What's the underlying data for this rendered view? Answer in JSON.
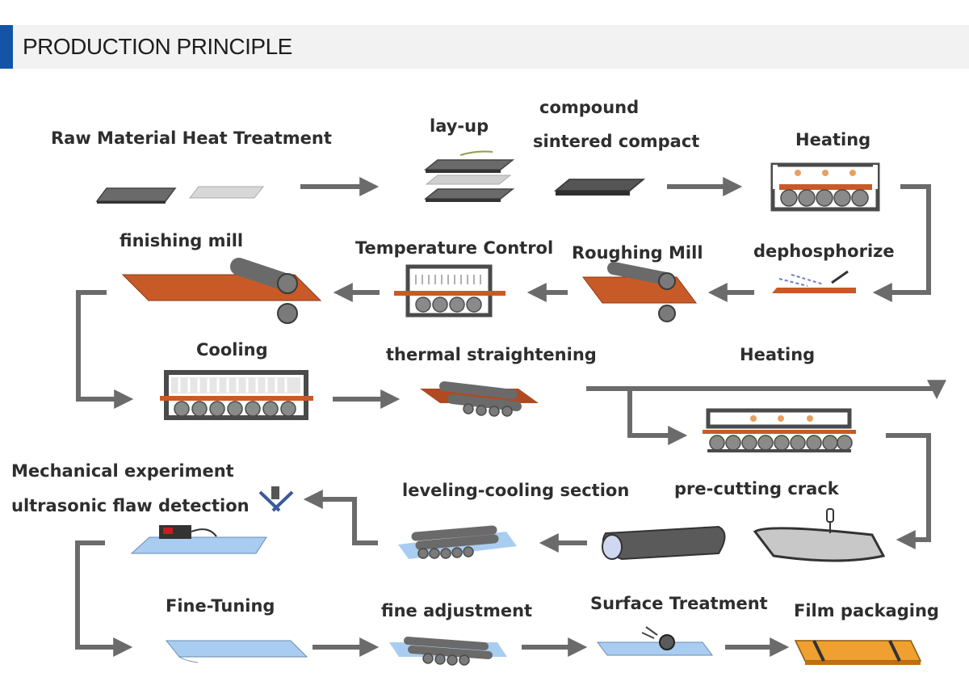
{
  "header": {
    "title": "PRODUCTION PRINCIPLE",
    "accent_color": "#1454a6"
  },
  "steps": {
    "raw_material": "Raw Material Heat Treatment",
    "layup": "lay-up",
    "compound": "compound",
    "sintered": "sintered compact",
    "heating1": "Heating",
    "dephosphorize": "dephosphorize",
    "roughing": "Roughing Mill",
    "temp_control": "Temperature Control",
    "finishing": "finishing mill",
    "cooling": "Cooling",
    "thermal": "thermal straightening",
    "heating2": "Heating",
    "precut": "pre-cutting crack",
    "leveling": "leveling-cooling section",
    "mech": "Mechanical experiment",
    "ultra": "ultrasonic flaw detection",
    "finetuning": "Fine-Tuning",
    "fineadj": "fine adjustment",
    "surface": "Surface Treatment",
    "film": "Film packaging"
  },
  "colors": {
    "arrow": "#6b6b6b",
    "steel": "#5a5a5a",
    "copper": "#c85a28",
    "blue_plate": "#a9cdf0",
    "package": "#f0a030"
  }
}
